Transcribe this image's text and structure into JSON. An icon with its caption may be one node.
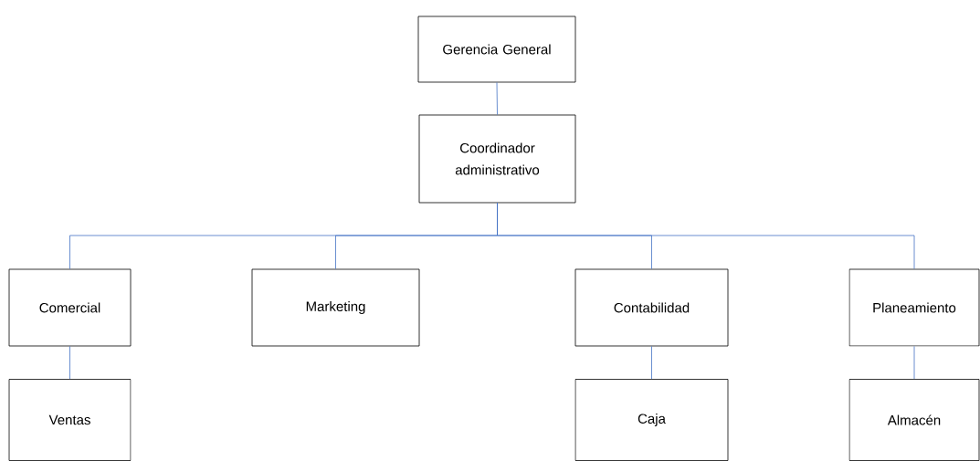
{
  "diagram": {
    "nodes": [
      {
        "text": [
          "Gerencia General"
        ]
      },
      {
        "text": [
          "Coordinador administrativo"
        ]
      },
      {
        "text": [
          "Comercial"
        ]
      },
      {
        "text": [
          "Marketing"
        ]
      },
      {
        "text": [
          "Contabilidad"
        ]
      },
      {
        "text": [
          "Planeamiento"
        ]
      },
      {
        "text": [
          "Ventas"
        ]
      },
      {
        "text": [
          "Caja"
        ]
      },
      {
        "text": [
          "Almacén"
        ]
      }
    ],
    "edges": [
      {
        "from": 0,
        "to": 1,
        "arrow": "none"
      },
      {
        "from": 1,
        "to": 2,
        "arrow": "none"
      },
      {
        "from": 1,
        "to": 3,
        "arrow": "none"
      },
      {
        "from": 1,
        "to": 4,
        "arrow": "none"
      },
      {
        "from": 1,
        "to": 5,
        "arrow": "none"
      },
      {
        "from": 2,
        "to": 6,
        "arrow": "none"
      },
      {
        "from": 4,
        "to": 7,
        "arrow": "none"
      },
      {
        "from": 5,
        "to": 8,
        "arrow": "none"
      }
    ]
  }
}
